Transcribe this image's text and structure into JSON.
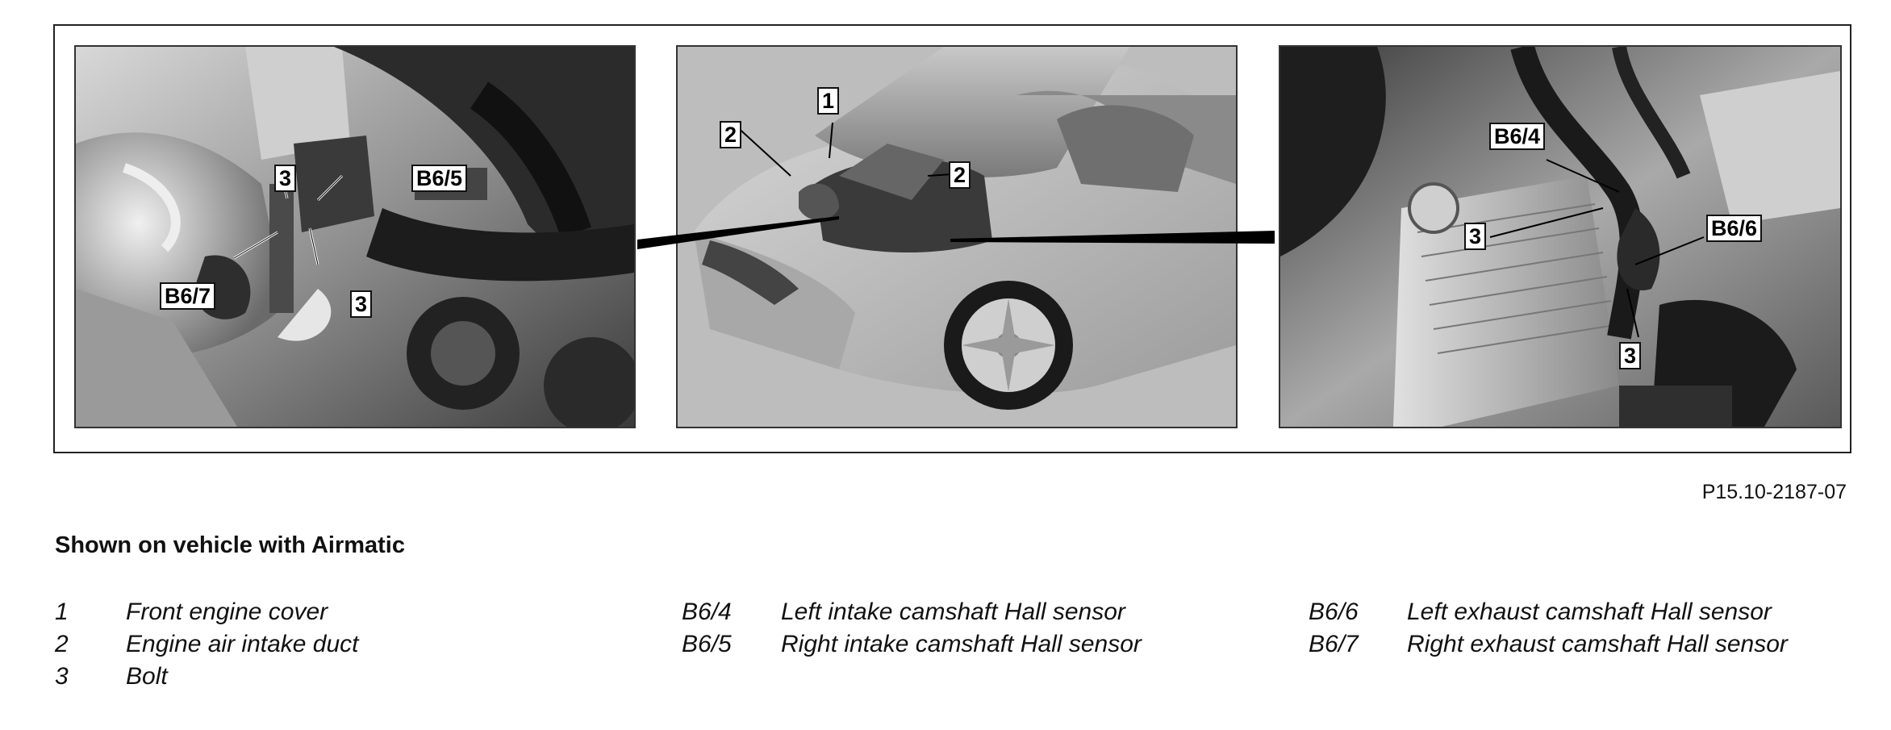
{
  "figure": {
    "figure_id": "P15.10-2187-07",
    "caption_title": "Shown on vehicle with Airmatic"
  },
  "callouts": {
    "left": [
      "3",
      "B6/5",
      "B6/7",
      "3"
    ],
    "center": [
      "1",
      "2",
      "2"
    ],
    "right": [
      "B6/4",
      "3",
      "B6/6",
      "3"
    ]
  },
  "legend": {
    "column_1": [
      {
        "key": "1",
        "text": "Front engine cover"
      },
      {
        "key": "2",
        "text": "Engine air intake duct"
      },
      {
        "key": "3",
        "text": "Bolt"
      }
    ],
    "column_2": [
      {
        "key": "B6/4",
        "text": "Left intake camshaft Hall sensor"
      },
      {
        "key": "B6/5",
        "text": "Right intake camshaft Hall sensor"
      }
    ],
    "column_3": [
      {
        "key": "B6/6",
        "text": "Left exhaust camshaft Hall sensor"
      },
      {
        "key": "B6/7",
        "text": "Right exhaust camshaft Hall sensor"
      }
    ]
  }
}
